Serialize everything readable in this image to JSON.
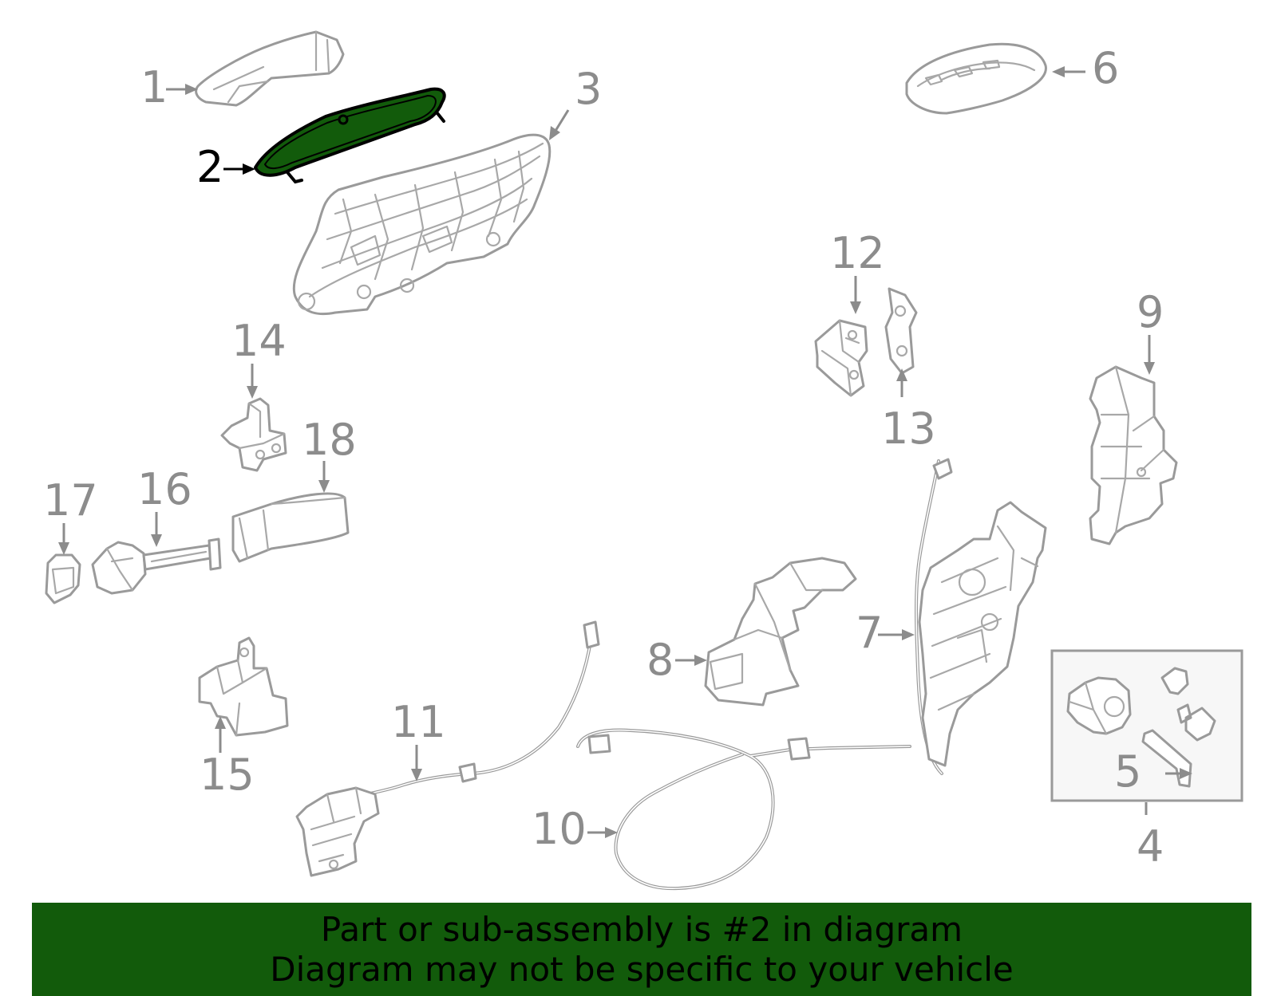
{
  "diagram": {
    "labels": [
      {
        "id": "1",
        "text": "1"
      },
      {
        "id": "2",
        "text": "2"
      },
      {
        "id": "3",
        "text": "3"
      },
      {
        "id": "4",
        "text": "4"
      },
      {
        "id": "5",
        "text": "5"
      },
      {
        "id": "6",
        "text": "6"
      },
      {
        "id": "7",
        "text": "7"
      },
      {
        "id": "8",
        "text": "8"
      },
      {
        "id": "9",
        "text": "9"
      },
      {
        "id": "10",
        "text": "10"
      },
      {
        "id": "11",
        "text": "11"
      },
      {
        "id": "12",
        "text": "12"
      },
      {
        "id": "13",
        "text": "13"
      },
      {
        "id": "14",
        "text": "14"
      },
      {
        "id": "15",
        "text": "15"
      },
      {
        "id": "16",
        "text": "16"
      },
      {
        "id": "17",
        "text": "17"
      },
      {
        "id": "18",
        "text": "18"
      }
    ],
    "highlighted_part": "2",
    "highlight_color": "#125b0b",
    "label_color": "#8c8c8c",
    "selected_label_color": "#000000"
  },
  "banner": {
    "line1": "Part or sub-assembly is #2 in diagram",
    "line2": "Diagram may not be specific to your vehicle",
    "background": "#125b0b"
  }
}
